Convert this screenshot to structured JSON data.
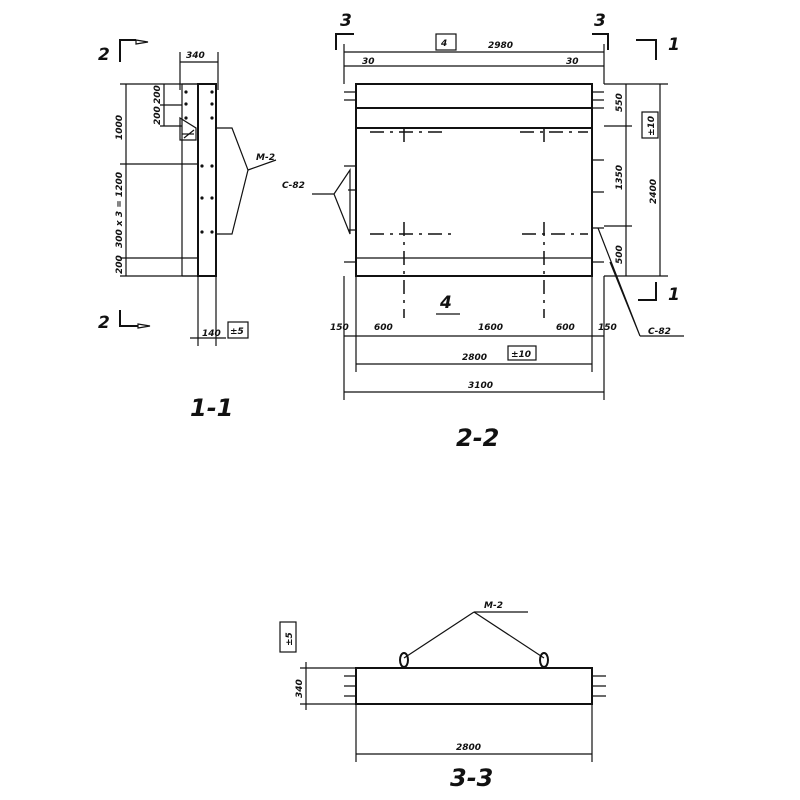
{
  "view_1_1": {
    "title": "1-1",
    "section_mark": "2",
    "top_dim": "340",
    "left_dims": [
      "1000",
      "300 x 3 = 1200",
      "200"
    ],
    "small_dims": [
      "200",
      "200"
    ],
    "callout": "M-2",
    "bottom_dim": "140",
    "tolerance": "±5"
  },
  "view_2_2": {
    "title": "2-2",
    "section_mark_3": "3",
    "section_mark_1": "1",
    "width_overall": "2980",
    "ends": [
      "30",
      "30"
    ],
    "label_4": "4",
    "right_dims": [
      "550",
      "1350",
      "500"
    ],
    "height_total": "2400",
    "height_tol": "±10",
    "bottom_dims": [
      "150",
      "600",
      "1600",
      "600",
      "150"
    ],
    "width_2800": "2800",
    "width_tol": "±10",
    "width_3100": "3100",
    "left_callout": "C-82",
    "right_callout": "C-82"
  },
  "view_3_3": {
    "title": "3-3",
    "callout": "M-2",
    "tolerance": "±5",
    "thickness": "340",
    "width": "2800"
  }
}
